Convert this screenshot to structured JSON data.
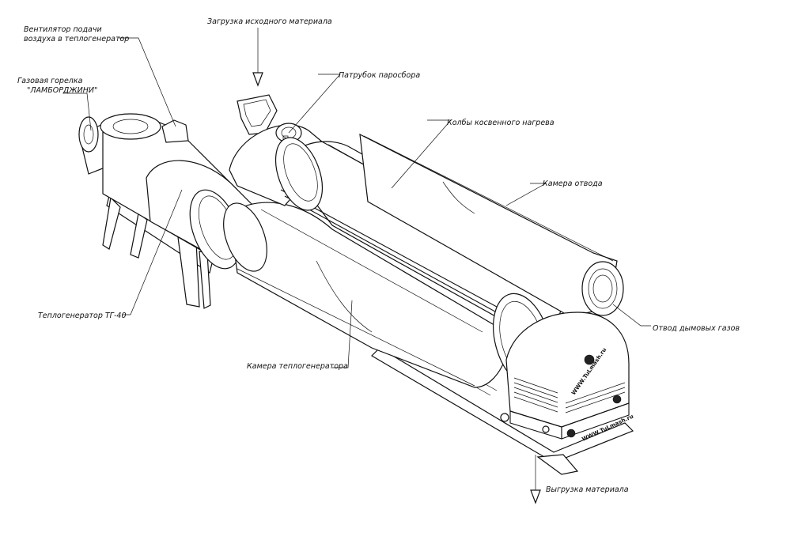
{
  "labels": {
    "burner": "Газовая горелка\n\"ЛАМБОРДЖИНИ\"",
    "fan": "Вентилятор подачи\nвоздуха в теплогенератор",
    "loading": "Загрузка исходного материала",
    "steam": "Патрубок паросбора",
    "flasks": "Колбы косвенного нагрева",
    "chamber_outlet": "Камера отвода",
    "heatgen": "Теплогенератор ТГ-40",
    "chamber_heatgen": "Камера теплогенератора",
    "smoke": "Отвод дымовых газов",
    "unload": "Выгрузка материала"
  },
  "stamps": {
    "site": "WWW.TuLmash.ru"
  },
  "colors": {
    "ink": "#111111",
    "paper": "#ffffff"
  }
}
